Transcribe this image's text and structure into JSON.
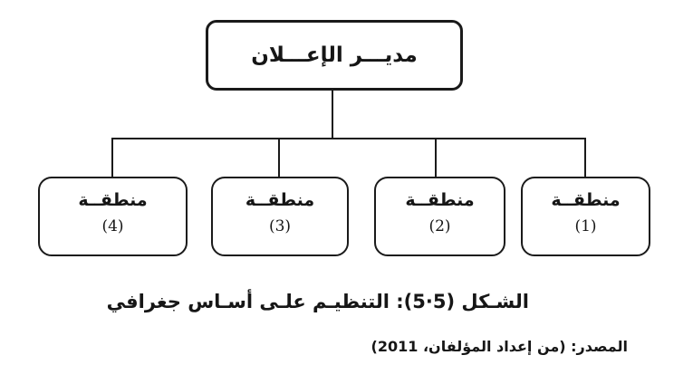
{
  "org_chart": {
    "root": {
      "label": "مديـــر الإعـــلان"
    },
    "regions": [
      {
        "label": "منطقــة",
        "number": "(1)"
      },
      {
        "label": "منطقــة",
        "number": "(2)"
      },
      {
        "label": "منطقــة",
        "number": "(3)"
      },
      {
        "label": "منطقــة",
        "number": "(4)"
      }
    ]
  },
  "caption": "الشـكل (5·5): التنظيـم علـى أسـاس جغرافي",
  "source": "المصدر: (من إعداد المؤلفان، 2011)",
  "colors": {
    "ink": "#1a1a1a",
    "background": "#ffffff"
  }
}
